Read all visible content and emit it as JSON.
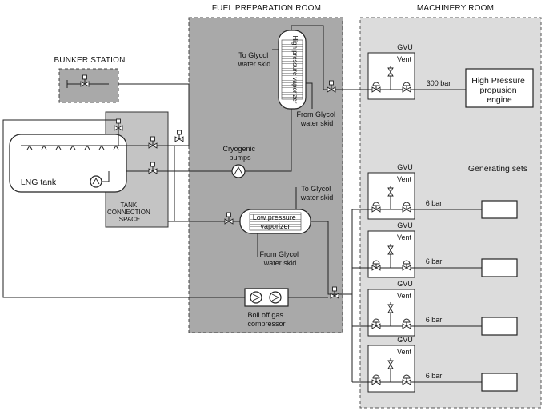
{
  "rooms": {
    "fuel_preparation": "FUEL PREPARATION ROOM",
    "machinery": "MACHINERY ROOM",
    "bunker_station": "BUNKER STATION",
    "tank_connection_space": [
      "TANK",
      "CONNECTION",
      "SPACE"
    ]
  },
  "equipment": {
    "lng_tank": "LNG tank",
    "high_pressure_vaporizer": "High pressure vaporizer",
    "low_pressure_vaporizer": [
      "Low pressure",
      "vaporizer"
    ],
    "cryogenic_pumps": [
      "Cryogenic",
      "pumps"
    ],
    "boil_off_gas_compressor": [
      "Boil off gas",
      "compressor"
    ],
    "high_pressure_engine": [
      "High Pressure",
      "propusion",
      "engine"
    ],
    "generating_sets": "Generating sets"
  },
  "glycol": {
    "hp_to": [
      "To Glycol",
      "water skid"
    ],
    "hp_from": [
      "From Glycol",
      "water skid"
    ],
    "lp_to": [
      "To Glycol",
      "water skid"
    ],
    "lp_from": [
      "From Glycol",
      "water skid"
    ]
  },
  "gvu": {
    "label": "GVU",
    "vent": "Vent",
    "units": [
      {
        "pressure": "300 bar"
      },
      {
        "pressure": "6 bar"
      },
      {
        "pressure": "6 bar"
      },
      {
        "pressure": "6 bar"
      },
      {
        "pressure": "6 bar"
      }
    ]
  }
}
